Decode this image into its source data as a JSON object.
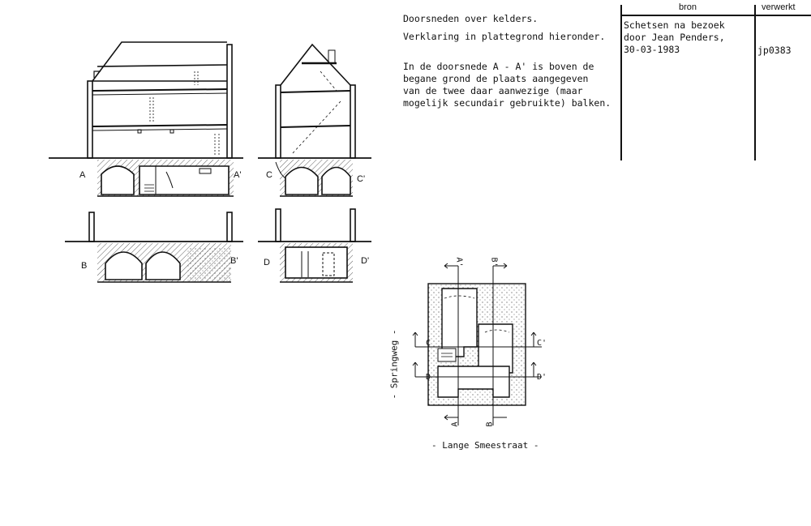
{
  "header": {
    "bron_label": "bron",
    "verwerkt_label": "verwerkt"
  },
  "notes": {
    "title": "Doorsneden over kelders.",
    "subtitle": "Verklaring in plattegrond hieronder.",
    "desc_lines": [
      "In de doorsnede A - A' is boven de",
      "begane grond de plaats aangegeven",
      "van de twee daar aanwezige (maar",
      "mogelijk secundair gebruikte) balken."
    ]
  },
  "source": {
    "lines": [
      "Schetsen na bezoek",
      "door Jean Penders,",
      "30-03-1983"
    ],
    "code": "jp0383"
  },
  "sections": {
    "A": "A",
    "A_prime": "A'",
    "B": "B",
    "B_prime": "B'",
    "C": "C",
    "C_prime": "C'",
    "D": "D",
    "D_prime": "D'"
  },
  "plan": {
    "street_left": "- Springweg -",
    "street_bottom": "- Lange Smeestraat -",
    "marks": {
      "A_top": "A'",
      "B_top": "B'",
      "C_right": "C'",
      "D_right": "D'",
      "C_left": "C",
      "D_left": "D",
      "A_bottom": "A",
      "B_bottom": "B"
    }
  }
}
